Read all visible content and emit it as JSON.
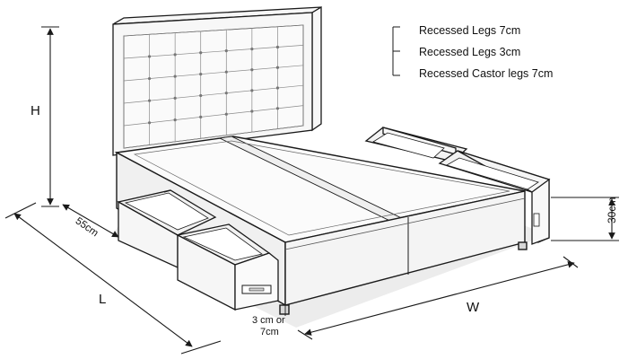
{
  "legend": {
    "items": [
      "Recessed Legs 7cm",
      "Recessed Legs 3cm",
      "Recessed Castor legs 7cm"
    ]
  },
  "dimensions": {
    "height_label": "H",
    "length_label": "L",
    "width_label": "W",
    "drawer_depth_label": "55cm",
    "base_height_label": "30cm",
    "leg_clearance_line1": "3 cm or",
    "leg_clearance_line2": "7cm"
  },
  "colors": {
    "line": "#1a1a1a",
    "base_fill": "#f4f4f4",
    "top_fill": "#fbfbfb",
    "headboard_fill": "#f7f7f7",
    "shadow": "#e2e2e2"
  }
}
